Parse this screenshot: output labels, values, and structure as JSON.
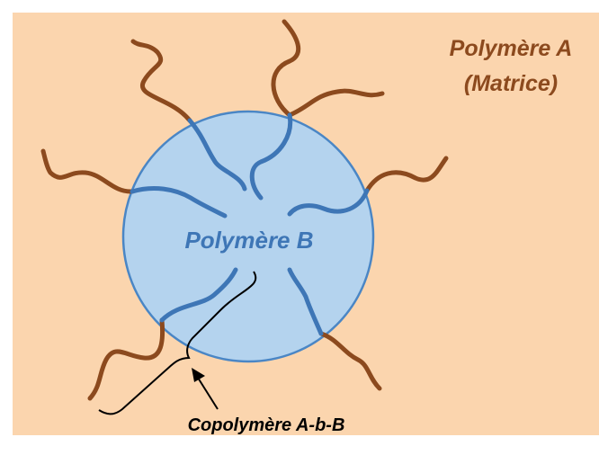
{
  "labels": {
    "matrix_line1": "Polymère A",
    "matrix_line2": "(Matrice)",
    "particle": "Polymère B",
    "copolymer": "Copolymère A-b-B"
  },
  "colors": {
    "matrix_background": "#FBD5AE",
    "particle_fill": "#B4D3EE",
    "particle_stroke": "#4A86C5",
    "chain_a": "#8C4A1E",
    "chain_b": "#3E76B6",
    "matrix_text": "#8C4A1E",
    "particle_text": "#3E76B6",
    "annotation": "#000000"
  }
}
